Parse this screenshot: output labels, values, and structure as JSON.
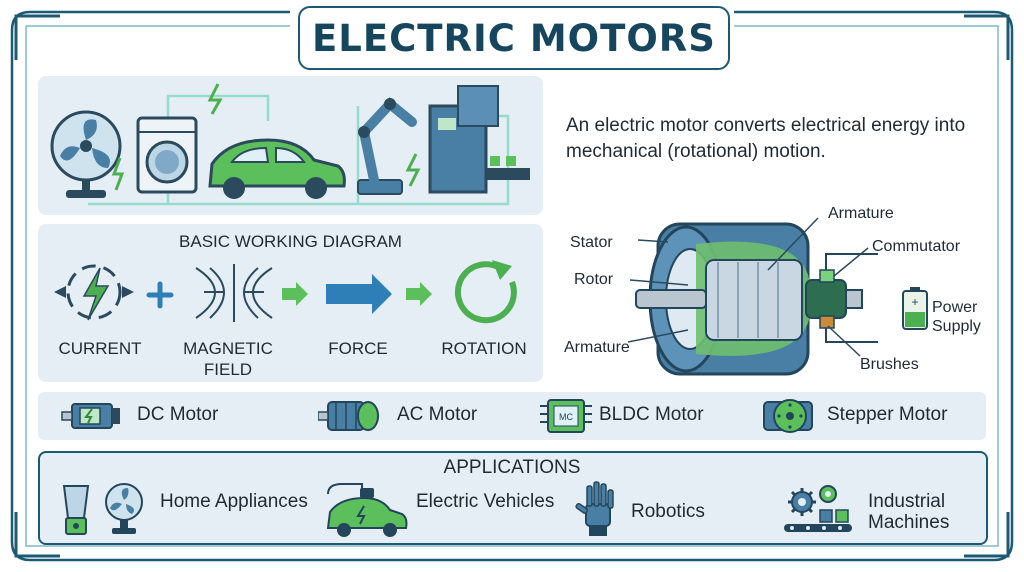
{
  "title": "ELECTRIC MOTORS",
  "intro": "An electric motor converts electrical energy into mechanical (rotational) motion.",
  "diagram": {
    "title": "BASIC WORKING DIAGRAM",
    "steps": [
      "CURRENT",
      "MAGNETIC FIELD",
      "FORCE",
      "ROTATION"
    ]
  },
  "motor_parts": {
    "stator": "Stator",
    "rotor": "Rotor",
    "armature_top": "Armature",
    "armature_bottom": "Armature",
    "commutator": "Commutator",
    "power_supply": "Power Supply",
    "brushes": "Brushes"
  },
  "motor_types": [
    "DC Motor",
    "AC Motor",
    "BLDC Motor",
    "Stepper Motor"
  ],
  "bldc_chip_text": "MC",
  "applications": {
    "title": "APPLICATIONS",
    "items": [
      "Home Appliances",
      "Electric Vehicles",
      "Robotics",
      "Industrial Machines"
    ]
  },
  "colors": {
    "frame": "#1c5a74",
    "title_text": "#15465e",
    "panel": "#e6eef5",
    "green": "#4caf50",
    "blue_arrow": "#2e7fb8",
    "motor_body": "#4a7fa5"
  }
}
